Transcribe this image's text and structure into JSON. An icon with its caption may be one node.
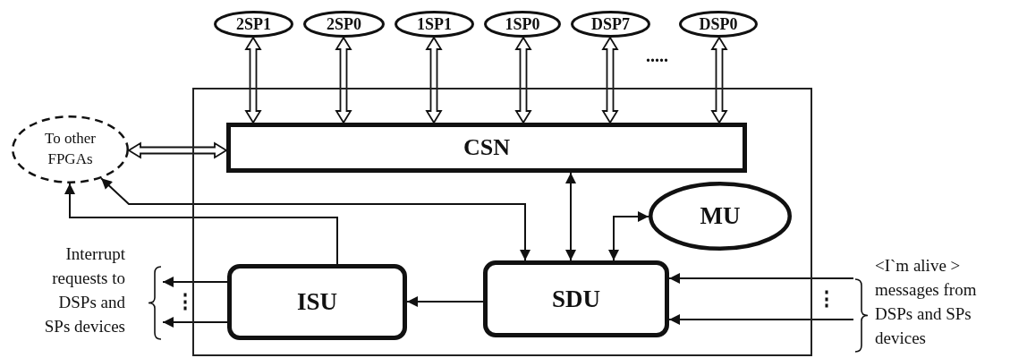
{
  "diagram": {
    "nodes": [
      {
        "text": [],
        "shape": "box"
      },
      {
        "text": [
          "2SP1"
        ]
      },
      {
        "text": [
          "2SP0"
        ]
      },
      {
        "text": [
          "1SP1"
        ]
      },
      {
        "text": [
          "1SP0"
        ]
      },
      {
        "text": [
          "DSP7"
        ]
      },
      {
        "text": [
          "DSP0"
        ]
      },
      {
        "text": [
          "To other FPGAs"
        ]
      },
      {
        "text": [
          "CSN"
        ],
        "in": 0
      },
      {
        "text": [
          "MU"
        ],
        "in": 0
      },
      {
        "text": [
          "ISU"
        ],
        "in": 0
      },
      {
        "text": [
          "SDU"
        ],
        "in": 0
      },
      {
        "text": [
          "Interrupt requests to DSPs and SPs devices"
        ]
      },
      {
        "text": [
          "<I`m alive > messages from DSPs and SPs devices"
        ]
      }
    ],
    "edges": [
      {
        "from": 1,
        "to": 8,
        "arrow": "both",
        "style": "thick"
      },
      {
        "from": 2,
        "to": 8,
        "arrow": "both",
        "style": "thick"
      },
      {
        "from": 3,
        "to": 8,
        "arrow": "both",
        "style": "thick"
      },
      {
        "from": 4,
        "to": 8,
        "arrow": "both",
        "style": "thick"
      },
      {
        "from": 5,
        "to": 8,
        "arrow": "both",
        "style": "thick"
      },
      {
        "from": 6,
        "to": 8,
        "arrow": "both",
        "style": "thick"
      },
      {
        "from": 7,
        "to": 8,
        "arrow": "both",
        "style": "thick"
      },
      {
        "from": 8,
        "to": 11,
        "arrow": "both"
      },
      {
        "from": 11,
        "to": 9,
        "arrow": "both"
      },
      {
        "from": 10,
        "to": 7,
        "arrow": "to"
      },
      {
        "from": 11,
        "to": 7,
        "arrow": "both"
      },
      {
        "from": 11,
        "to": 10,
        "arrow": "to"
      },
      {
        "from": 10,
        "to": 12,
        "arrow": "to"
      },
      {
        "from": 10,
        "to": 12,
        "arrow": "to"
      },
      {
        "from": 13,
        "to": 11,
        "arrow": "to"
      },
      {
        "from": 13,
        "to": 11,
        "arrow": "to"
      }
    ],
    "labels": [
      ".....",
      "⋮",
      "⋮"
    ]
  }
}
